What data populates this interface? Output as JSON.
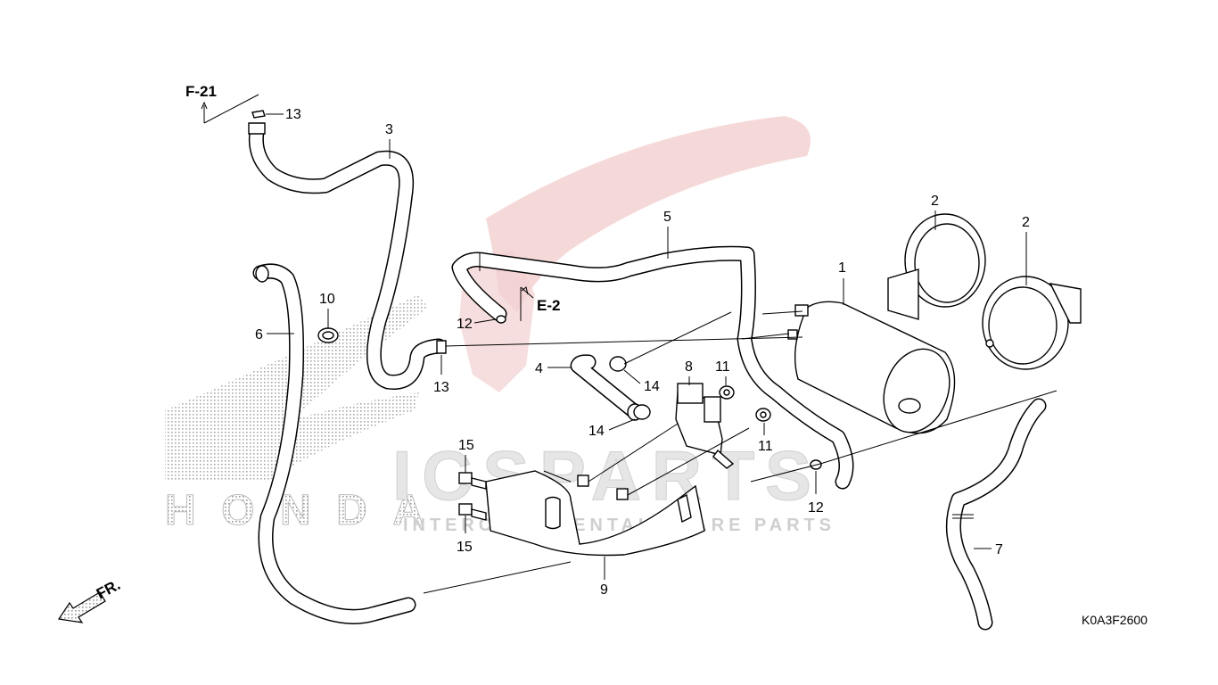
{
  "watermark": {
    "brand_big": "ICSPARTS",
    "brand_sub": "INTERCONTINENTAL SPARE PARTS",
    "maker": "HONDA",
    "colors": {
      "wing": "#e8b8b8",
      "brand": "#d9d9d9",
      "maker": "#b3b3b3"
    }
  },
  "refs": {
    "f21": "F-21",
    "e2": "E-2"
  },
  "direction": {
    "label": "FR.",
    "icon": "front-arrow-icon"
  },
  "diagram_code": "K0A3F2600",
  "callouts": {
    "c1": "1",
    "c2a": "2",
    "c2b": "2",
    "c3": "3",
    "c4": "4",
    "c5": "5",
    "c6": "6",
    "c7": "7",
    "c8": "8",
    "c9": "9",
    "c10": "10",
    "c11a": "11",
    "c11b": "11",
    "c12a": "12",
    "c12b": "12",
    "c13a": "13",
    "c13b": "13",
    "c14a": "14",
    "c14b": "14",
    "c15a": "15",
    "c15b": "15"
  }
}
